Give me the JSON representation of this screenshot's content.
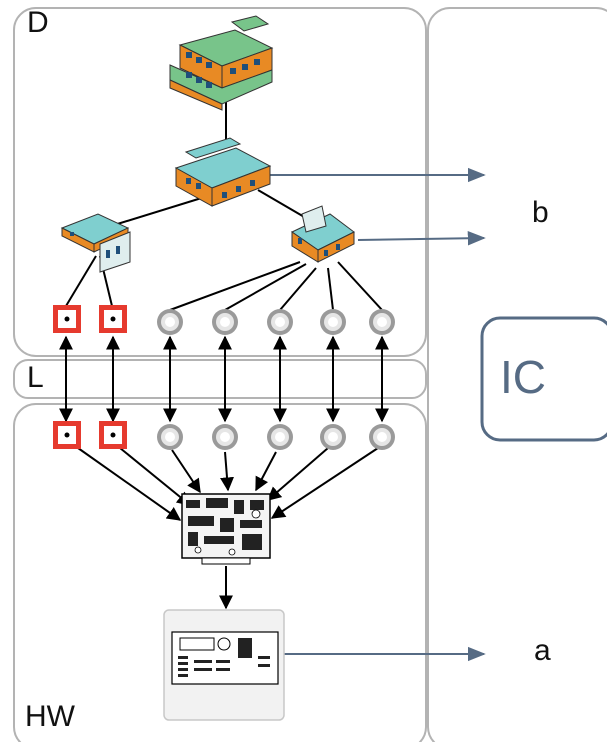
{
  "panels": {
    "domain_label": "D",
    "link_label": "L",
    "hardware_label": "HW"
  },
  "right_labels": {
    "b": "b",
    "ic": "IC",
    "a": "a"
  },
  "colors": {
    "panel_border": "#b3b3b3",
    "arrow": "#566b84",
    "ic_border": "#566b84",
    "ic_text": "#566b84",
    "square_sensor": "#e63a2e",
    "round_sensor": "#bfbfbf",
    "building_roof": "#78c48a",
    "building_wall": "#e88a24",
    "floor_plan": "#7fcfcf"
  },
  "icons": {
    "building": "building-3d-icon",
    "floor": "floor-plan-icon",
    "square_sensor": "red-square-sensor-icon",
    "round_sensor": "round-sensor-icon",
    "circuit_board": "circuit-board-icon",
    "controller": "controller-device-icon"
  }
}
